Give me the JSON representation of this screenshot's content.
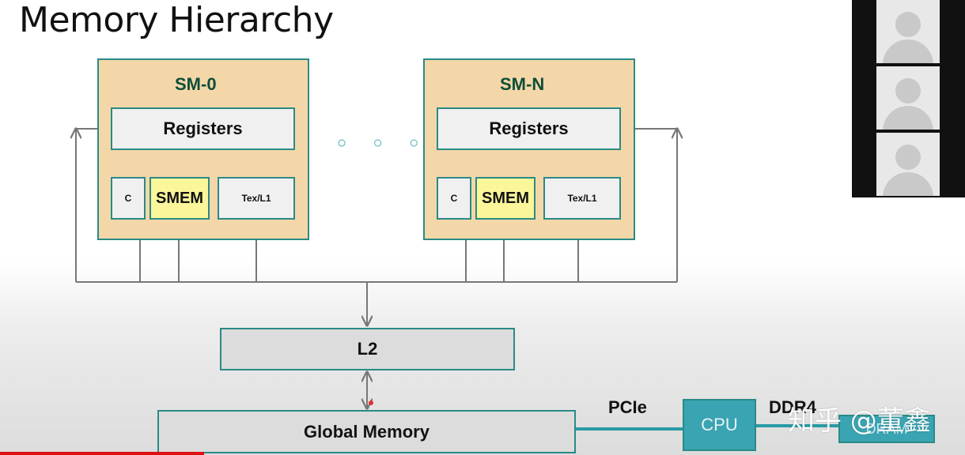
{
  "title": "Memory Hierarchy",
  "sm_blocks": [
    {
      "name": "SM-0",
      "registers": "Registers",
      "constant": "C",
      "smem": "SMEM",
      "tex": "Tex/L1"
    },
    {
      "name": "SM-N",
      "registers": "Registers",
      "constant": "C",
      "smem": "SMEM",
      "tex": "Tex/L1"
    }
  ],
  "ellipsis": "○ ○ ○",
  "l2": "L2",
  "global_memory": "Global Memory",
  "pcie_label": "PCIe",
  "cpu": "CPU",
  "ddr_label": "DDR4",
  "dram": "DRAM",
  "watermark": "知乎 @董鑫",
  "colors": {
    "sm_fill": "#f4d7a8",
    "border": "#2a8a86",
    "smem_fill": "#fbf69a",
    "cpu_fill": "#3aa4b2"
  }
}
